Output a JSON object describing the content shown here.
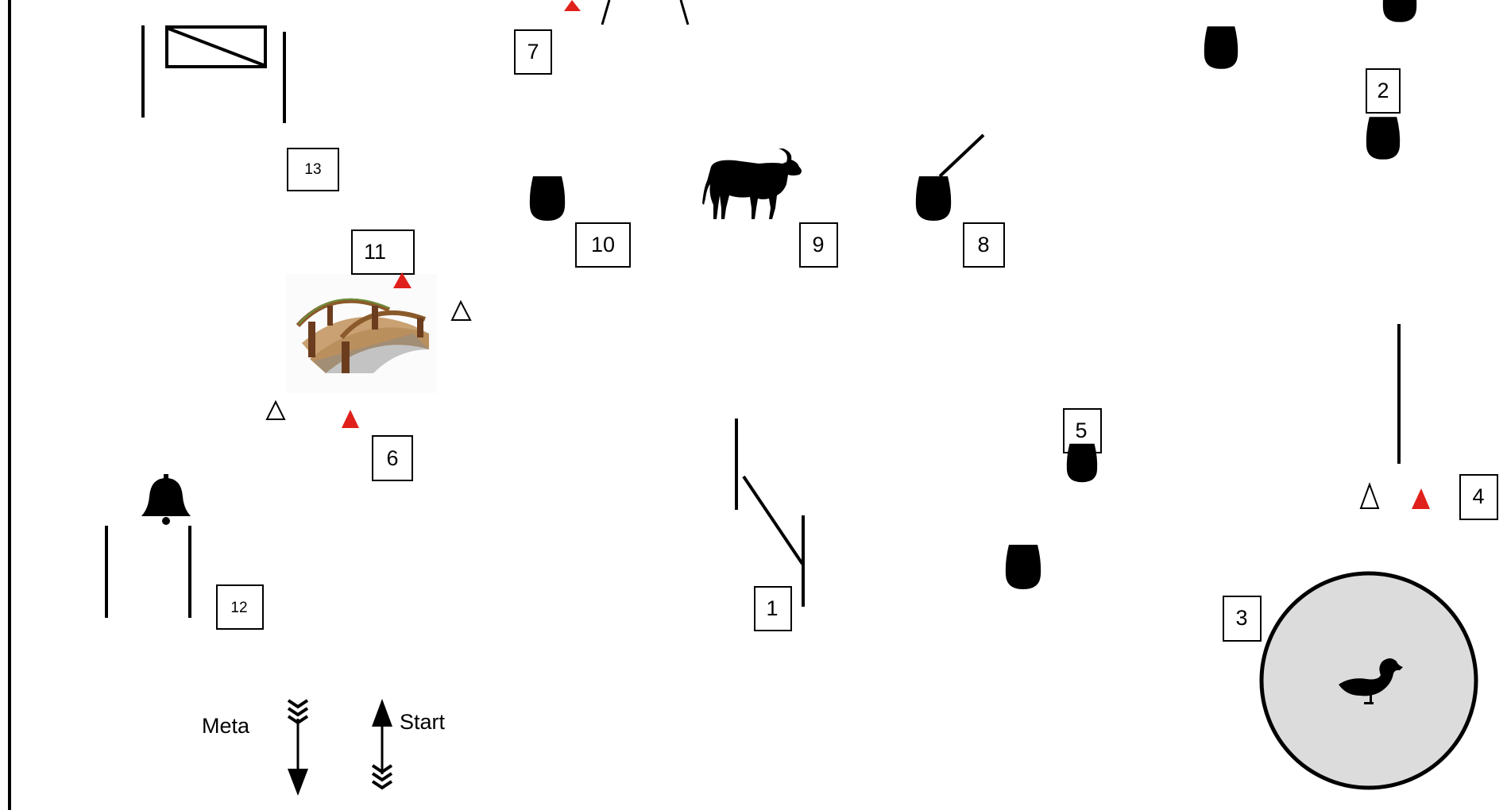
{
  "course": {
    "stations": [
      {
        "number": "1"
      },
      {
        "number": "2"
      },
      {
        "number": "3"
      },
      {
        "number": "4"
      },
      {
        "number": "5"
      },
      {
        "number": "6"
      },
      {
        "number": "7"
      },
      {
        "number": "8"
      },
      {
        "number": "9"
      },
      {
        "number": "10"
      },
      {
        "number": "11"
      },
      {
        "number": "12"
      },
      {
        "number": "13"
      }
    ],
    "legend": {
      "finish_label": "Meta",
      "start_label": "Start"
    }
  },
  "colors": {
    "cone_red": "#e0201a",
    "line": "#000000",
    "water_fill": "#dcdcdc"
  },
  "icons": {
    "animal": "cow-icon",
    "water_animal": "duck-icon",
    "obstacle": "bridge-icon",
    "sound": "bell-icon",
    "marker": "bucket-icon"
  }
}
